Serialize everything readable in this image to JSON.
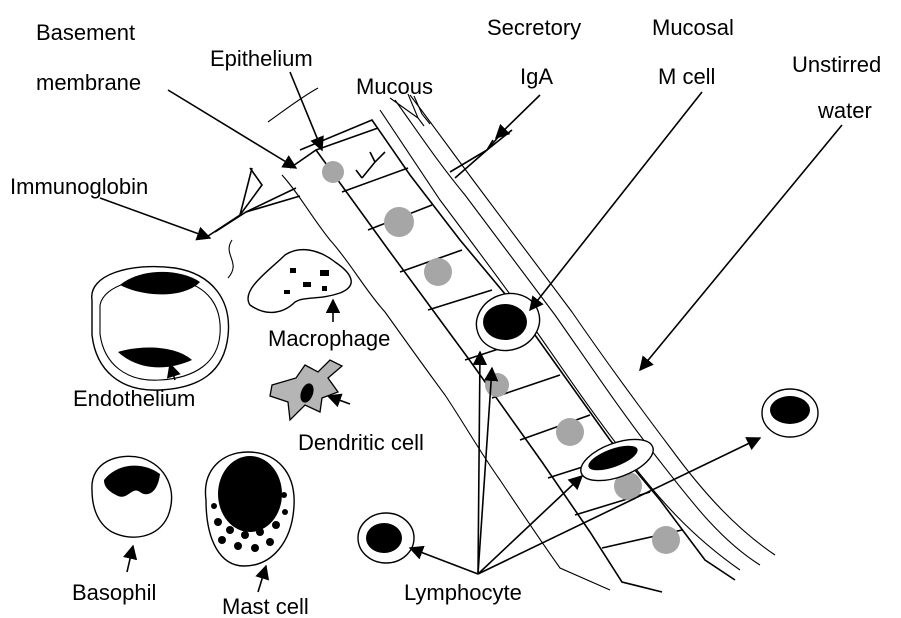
{
  "labels": {
    "basement_membrane_1": "Basement",
    "basement_membrane_2": "membrane",
    "epithelium": "Epithelium",
    "mucous": "Mucous",
    "secretory_iga_1": "Secretory",
    "secretory_iga_2": "IgA",
    "mucosal_m_cell_1": "Mucosal",
    "mucosal_m_cell_2": "M cell",
    "unstirred_water_1": "Unstirred",
    "unstirred_water_2": "water",
    "immunoglobin": "Immunoglobin",
    "macrophage": "Macrophage",
    "endothelium": "Endothelium",
    "dendritic_cell": "Dendritic cell",
    "basophil": "Basophil",
    "mast_cell": "Mast cell",
    "lymphocyte": "Lymphocyte"
  },
  "colors": {
    "ink": "#000000",
    "nucleus_grey": "#a6a6a6",
    "dendritic_fill": "#b5b5b5",
    "background": "#ffffff"
  }
}
